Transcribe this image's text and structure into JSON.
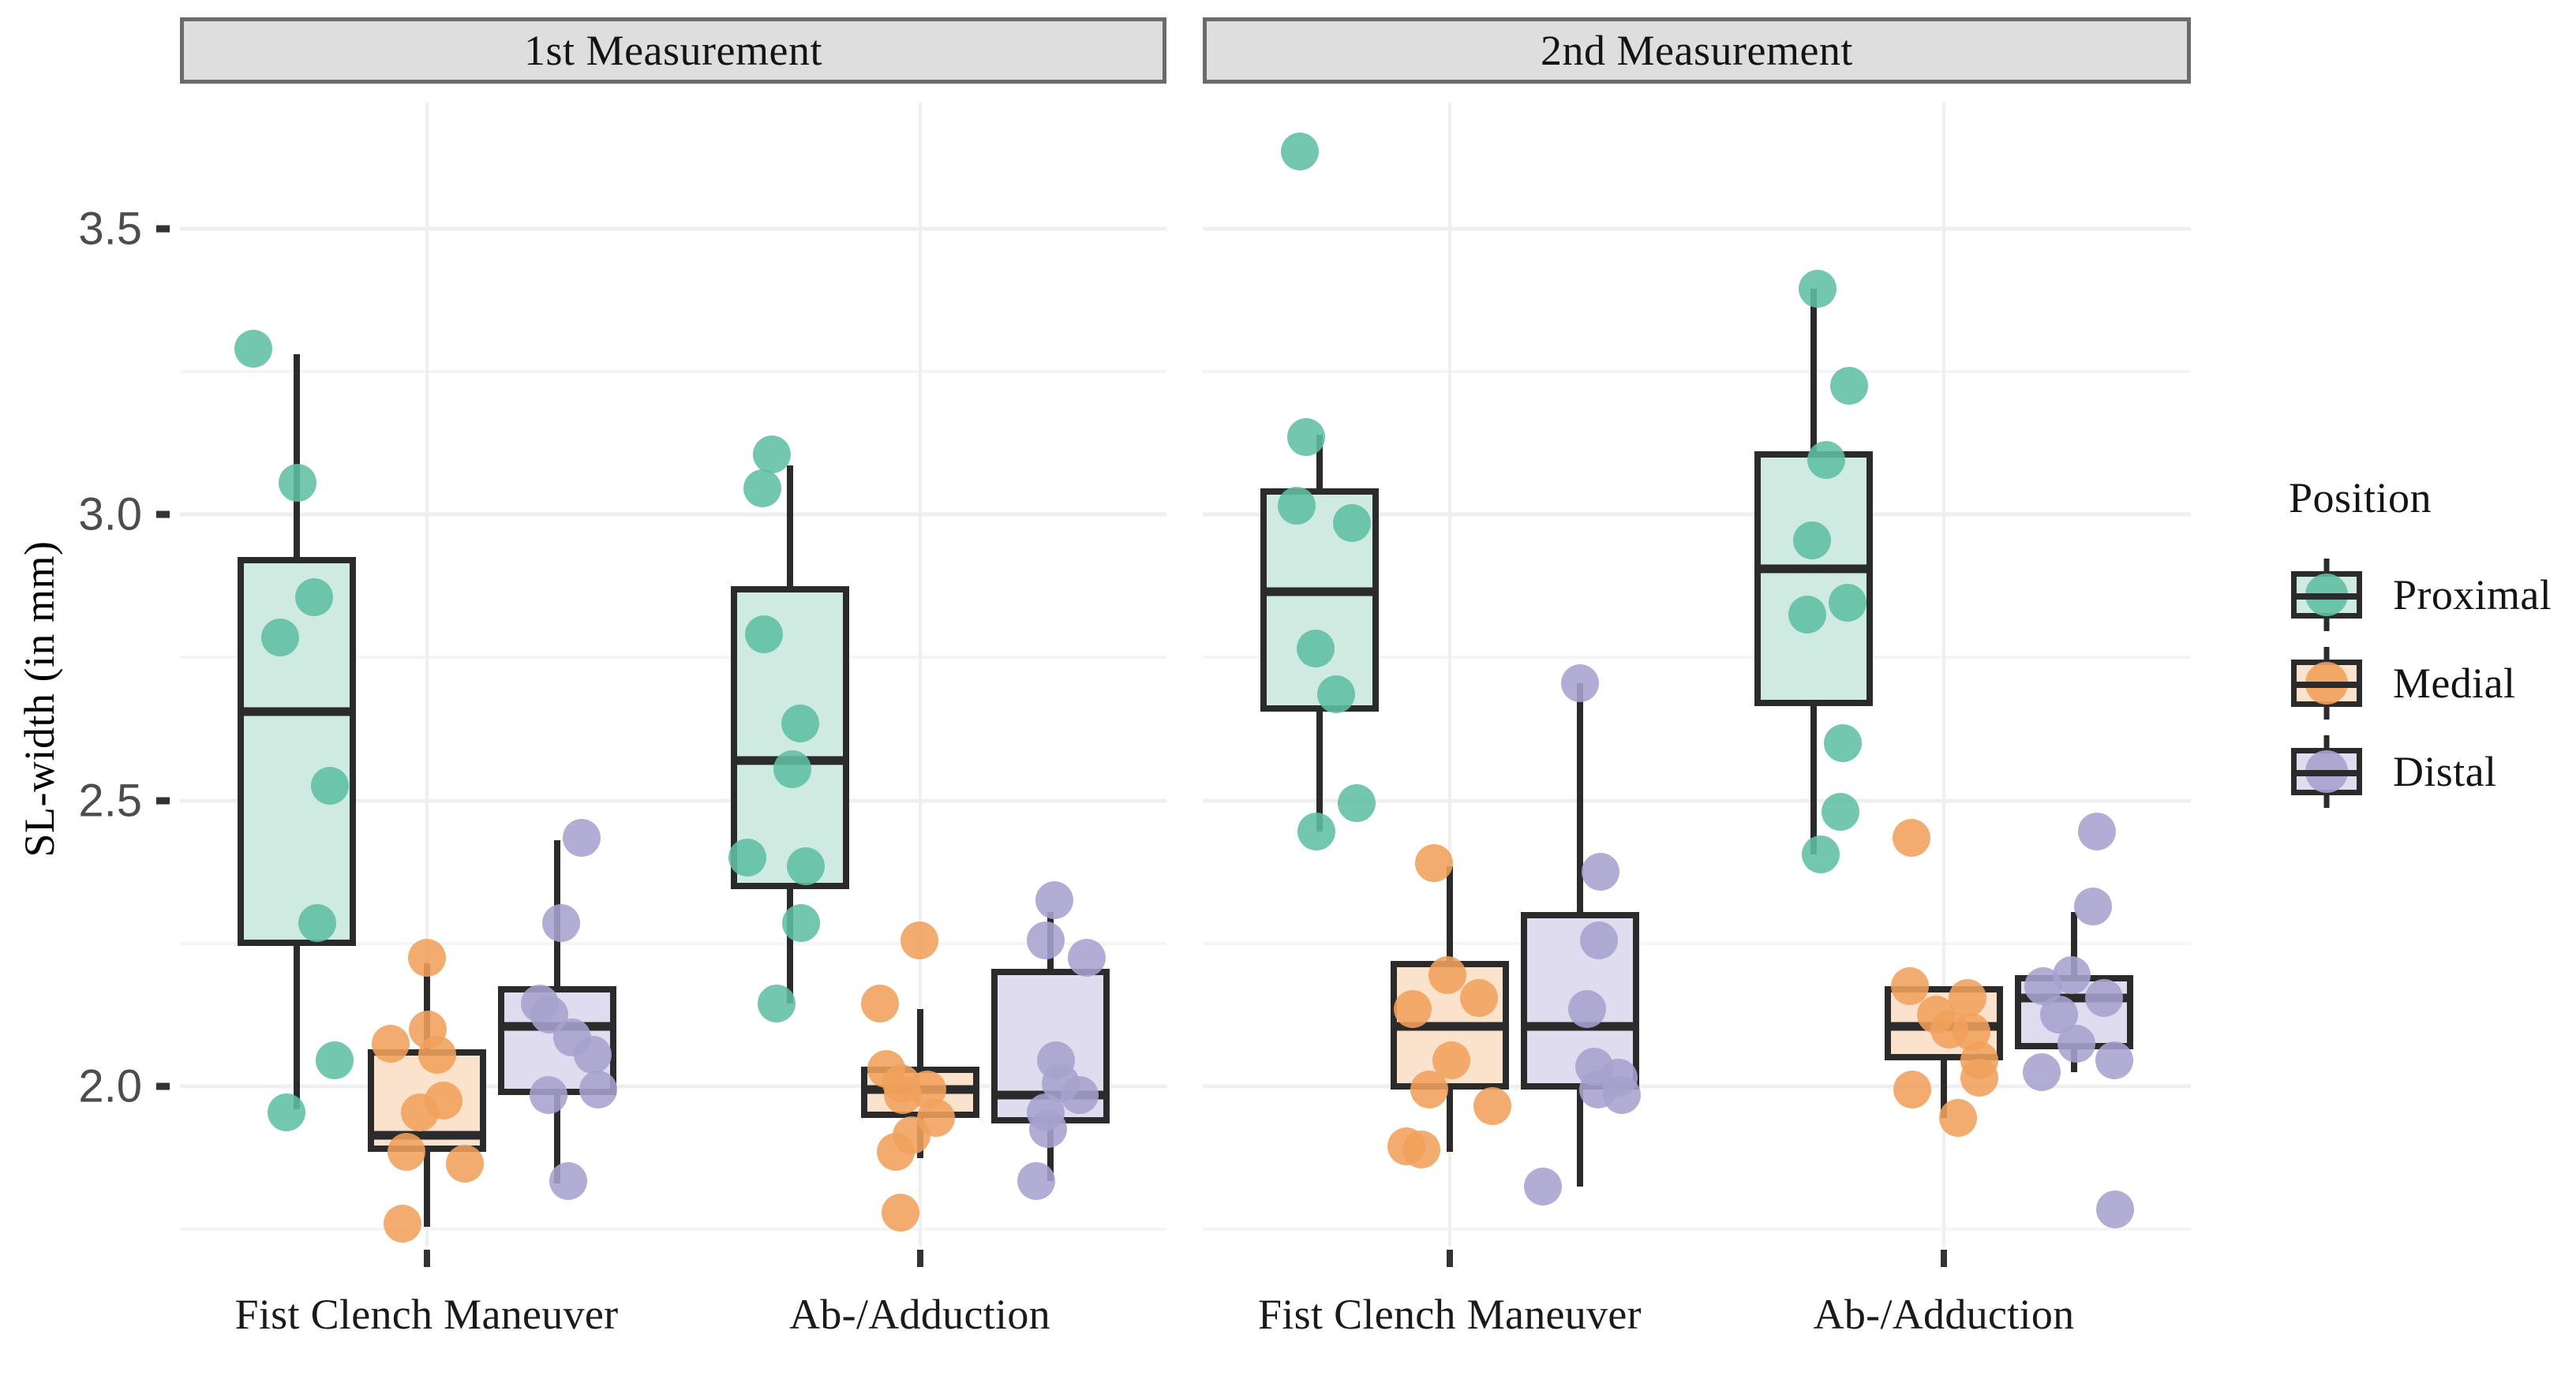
{
  "chart_data": {
    "type": "box",
    "title": "",
    "xlabel": "",
    "ylabel": "SL-width (in mm)",
    "ylim": [
      1.72,
      3.72
    ],
    "yticks": [
      3.5,
      3.0,
      2.5,
      2.0
    ],
    "ytick_labels": [
      "3.5",
      "3.0",
      "2.5",
      "2.0"
    ],
    "y_minor_gridlines": [
      3.25,
      2.75,
      2.25,
      1.75
    ],
    "grid": true,
    "legend_title": "Position",
    "legend_position": "right",
    "facets": [
      "1st Measurement",
      "2nd Measurement"
    ],
    "categories": [
      "Fist Clench Maneuver",
      "Ab-/Adduction"
    ],
    "groups": [
      "Proximal",
      "Medial",
      "Distal"
    ],
    "colors": {
      "Proximal": "#5fbfa3",
      "Medial": "#f0a15b",
      "Distal": "#a6a2ce",
      "Proximal_fill": "#cfeae1",
      "Medial_fill": "#fbe2cd",
      "Distal_fill": "#dedcee",
      "outline": "#2b2b2b",
      "strip_bg": "#dedede",
      "strip_border": "#6b6b6b",
      "grid": "#efefef"
    },
    "boxes": [
      {
        "facet": "1st Measurement",
        "category": "Fist Clench Maneuver",
        "group": "Proximal",
        "lower_whisker": 1.96,
        "q1": 2.245,
        "median": 2.655,
        "q3": 2.925,
        "upper_whisker": 3.28,
        "points": [
          3.29,
          3.055,
          2.855,
          2.785,
          2.525,
          2.285,
          2.045,
          1.955
        ]
      },
      {
        "facet": "1st Measurement",
        "category": "Fist Clench Maneuver",
        "group": "Medial",
        "lower_whisker": 1.755,
        "q1": 1.885,
        "median": 1.915,
        "q3": 2.065,
        "upper_whisker": 2.215,
        "points": [
          2.225,
          2.1,
          2.075,
          2.055,
          1.975,
          1.955,
          1.885,
          1.865,
          1.76
        ]
      },
      {
        "facet": "1st Measurement",
        "category": "Fist Clench Maneuver",
        "group": "Distal",
        "lower_whisker": 1.83,
        "q1": 1.985,
        "median": 2.105,
        "q3": 2.175,
        "upper_whisker": 2.43,
        "points": [
          2.435,
          2.285,
          2.145,
          2.125,
          2.085,
          2.055,
          1.995,
          1.985,
          1.835
        ]
      },
      {
        "facet": "1st Measurement",
        "category": "Ab-/Adduction",
        "group": "Proximal",
        "lower_whisker": 2.145,
        "q1": 2.345,
        "median": 2.57,
        "q3": 2.875,
        "upper_whisker": 3.085,
        "points": [
          3.105,
          3.045,
          2.79,
          2.635,
          2.555,
          2.4,
          2.385,
          2.285,
          2.145
        ]
      },
      {
        "facet": "1st Measurement",
        "category": "Ab-/Adduction",
        "group": "Medial",
        "lower_whisker": 1.875,
        "q1": 1.945,
        "median": 1.995,
        "q3": 2.035,
        "upper_whisker": 2.135,
        "points": [
          2.255,
          2.145,
          2.03,
          2.005,
          1.995,
          1.985,
          1.945,
          1.915,
          1.885,
          1.78
        ]
      },
      {
        "facet": "1st Measurement",
        "category": "Ab-/Adduction",
        "group": "Distal",
        "lower_whisker": 1.835,
        "q1": 1.935,
        "median": 1.985,
        "q3": 2.205,
        "upper_whisker": 2.305,
        "points": [
          2.325,
          2.255,
          2.225,
          2.045,
          2.005,
          1.985,
          1.955,
          1.925,
          1.835
        ]
      },
      {
        "facet": "2nd Measurement",
        "category": "Fist Clench Maneuver",
        "group": "Proximal",
        "lower_whisker": 2.445,
        "q1": 2.655,
        "median": 2.865,
        "q3": 3.045,
        "upper_whisker": 3.14,
        "points": [
          3.635,
          3.135,
          3.015,
          2.985,
          2.765,
          2.685,
          2.495,
          2.445
        ]
      },
      {
        "facet": "2nd Measurement",
        "category": "Fist Clench Maneuver",
        "group": "Medial",
        "lower_whisker": 1.885,
        "q1": 1.995,
        "median": 2.105,
        "q3": 2.22,
        "upper_whisker": 2.385,
        "points": [
          2.39,
          2.195,
          2.155,
          2.135,
          2.045,
          1.995,
          1.965,
          1.89,
          1.895
        ]
      },
      {
        "facet": "2nd Measurement",
        "category": "Fist Clench Maneuver",
        "group": "Distal",
        "lower_whisker": 1.825,
        "q1": 1.995,
        "median": 2.105,
        "q3": 2.305,
        "upper_whisker": 2.705,
        "points": [
          2.705,
          2.375,
          2.255,
          2.135,
          2.035,
          2.015,
          1.995,
          1.985,
          1.825
        ]
      },
      {
        "facet": "2nd Measurement",
        "category": "Ab-/Adduction",
        "group": "Proximal",
        "lower_whisker": 2.405,
        "q1": 2.665,
        "median": 2.905,
        "q3": 3.11,
        "upper_whisker": 3.395,
        "points": [
          3.395,
          3.225,
          3.095,
          2.955,
          2.845,
          2.825,
          2.6,
          2.48,
          2.405
        ]
      },
      {
        "facet": "2nd Measurement",
        "category": "Ab-/Adduction",
        "group": "Medial",
        "lower_whisker": 1.945,
        "q1": 2.045,
        "median": 2.105,
        "q3": 2.175,
        "upper_whisker": 2.155,
        "points": [
          2.435,
          2.175,
          2.155,
          2.125,
          2.1,
          2.095,
          2.045,
          2.015,
          1.995,
          1.945
        ]
      },
      {
        "facet": "2nd Measurement",
        "category": "Ab-/Adduction",
        "group": "Distal",
        "lower_whisker": 2.025,
        "q1": 2.065,
        "median": 2.155,
        "q3": 2.195,
        "upper_whisker": 2.305,
        "points": [
          2.445,
          2.315,
          2.195,
          2.175,
          2.155,
          2.125,
          2.075,
          2.045,
          2.025,
          1.785
        ]
      }
    ]
  },
  "axis": {
    "y_title": "SL-width (in mm)",
    "y_ticks": [
      "3.5",
      "3.0",
      "2.5",
      "2.0"
    ],
    "x_ticks_panel1": [
      "Fist Clench Maneuver",
      "Ab-/Adduction"
    ],
    "x_ticks_panel2": [
      "Fist Clench Maneuver",
      "Ab-/Adduction"
    ]
  },
  "facets": [
    {
      "label": "1st Measurement"
    },
    {
      "label": "2nd Measurement"
    }
  ],
  "legend": {
    "title": "Position",
    "items": [
      {
        "label": "Proximal",
        "color": "#5fbfa3",
        "fill": "#cfeae1"
      },
      {
        "label": "Medial",
        "color": "#f0a15b",
        "fill": "#fbe2cd"
      },
      {
        "label": "Distal",
        "color": "#a6a2ce",
        "fill": "#dedcee"
      }
    ]
  }
}
